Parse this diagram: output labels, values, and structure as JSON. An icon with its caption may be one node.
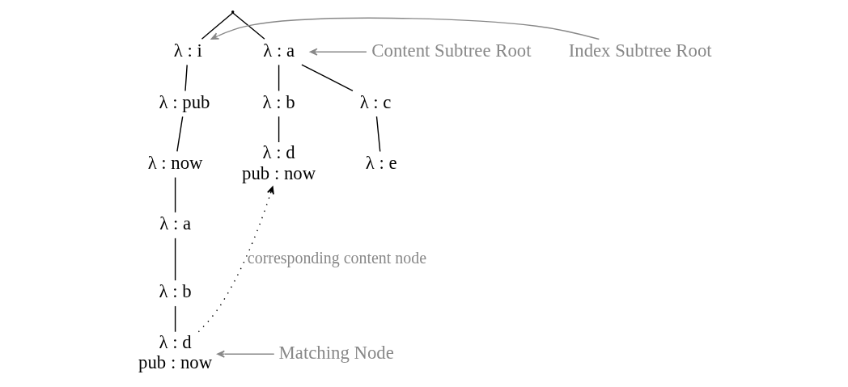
{
  "diagram": {
    "nodes": [
      {
        "text": [],
        "shape": "point"
      },
      {
        "text": [
          "λ : i"
        ]
      },
      {
        "text": [
          "λ : a"
        ]
      },
      {
        "text": [
          "λ : pub"
        ]
      },
      {
        "text": [
          "λ : b"
        ]
      },
      {
        "text": [
          "λ : c"
        ]
      },
      {
        "text": [
          "λ : now"
        ]
      },
      {
        "text": [
          "λ : d",
          "pub : now"
        ]
      },
      {
        "text": [
          "λ : e"
        ]
      },
      {
        "text": [
          "λ : a"
        ]
      },
      {
        "text": [
          "λ : b"
        ]
      },
      {
        "text": [
          "λ : d",
          "pub : now"
        ]
      },
      {
        "text": [
          "Index Subtree Root"
        ]
      },
      {
        "text": [
          "Content Subtree Root"
        ]
      },
      {
        "text": [
          "Matching Node"
        ]
      }
    ],
    "edges": [
      {
        "from": 0,
        "to": 1,
        "arrow": "none"
      },
      {
        "from": 0,
        "to": 2,
        "arrow": "none"
      },
      {
        "from": 1,
        "to": 3,
        "arrow": "none"
      },
      {
        "from": 2,
        "to": 4,
        "arrow": "none"
      },
      {
        "from": 2,
        "to": 5,
        "arrow": "none"
      },
      {
        "from": 3,
        "to": 6,
        "arrow": "none"
      },
      {
        "from": 4,
        "to": 7,
        "arrow": "none"
      },
      {
        "from": 5,
        "to": 8,
        "arrow": "none"
      },
      {
        "from": 6,
        "to": 9,
        "arrow": "none"
      },
      {
        "from": 9,
        "to": 10,
        "arrow": "none"
      },
      {
        "from": 10,
        "to": 11,
        "arrow": "none"
      },
      {
        "from": 12,
        "to": 1,
        "arrow": "to",
        "color": "#888888"
      },
      {
        "from": 13,
        "to": 2,
        "arrow": "to",
        "color": "#888888"
      },
      {
        "from": 14,
        "to": 11,
        "arrow": "to",
        "color": "#888888"
      },
      {
        "from": 11,
        "to": 7,
        "arrow": "to",
        "style": "dashed",
        "label": "corresponding content node"
      }
    ]
  }
}
